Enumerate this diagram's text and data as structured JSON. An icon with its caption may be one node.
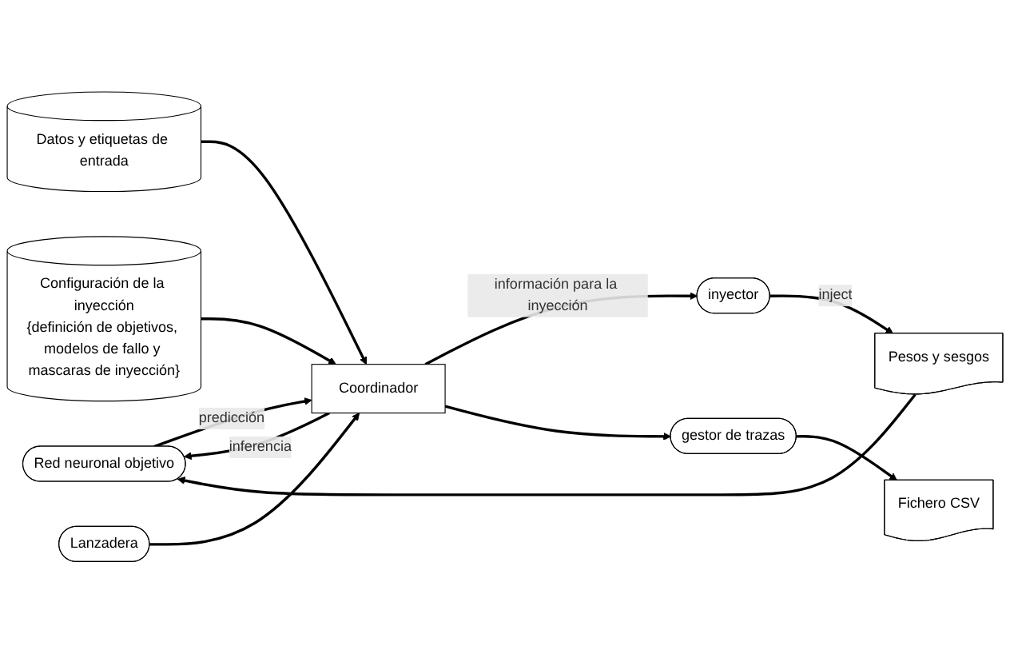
{
  "diagram": {
    "nodes": [
      {
        "text": [
          "Red neuronal objetivo"
        ]
      },
      {
        "text": [
          "Pesos y sesgos"
        ]
      },
      {
        "text": [
          "Datos y etiquetas de entrada"
        ]
      },
      {
        "text": [
          "Coordinador"
        ]
      },
      {
        "text": [
          "inyector"
        ]
      },
      {
        "text": [
          "Configuración de la inyección",
          "{definición de objetivos, modelos de fallo y mascaras de inyección}"
        ]
      },
      {
        "text": [
          "gestor de trazas"
        ]
      },
      {
        "text": [
          "Fichero CSV"
        ]
      },
      {
        "text": [
          "Lanzadera"
        ]
      }
    ],
    "edges": [
      {
        "from": 3,
        "to": 0,
        "arrow": "to",
        "label": "inferencia"
      },
      {
        "from": 0,
        "to": 3,
        "arrow": "to",
        "label": "predicción"
      },
      {
        "from": 1,
        "to": 0,
        "arrow": "to"
      },
      {
        "from": 4,
        "to": 1,
        "arrow": "to",
        "label": "inject"
      },
      {
        "from": 2,
        "to": 3,
        "arrow": "to"
      },
      {
        "from": 5,
        "to": 3,
        "arrow": "to"
      },
      {
        "from": 3,
        "to": 4,
        "arrow": "to",
        "label": "información para la inyección"
      },
      {
        "from": 3,
        "to": 6,
        "arrow": "to"
      },
      {
        "from": 6,
        "to": 7,
        "arrow": "to"
      },
      {
        "from": 8,
        "to": 3,
        "arrow": "to"
      }
    ]
  }
}
